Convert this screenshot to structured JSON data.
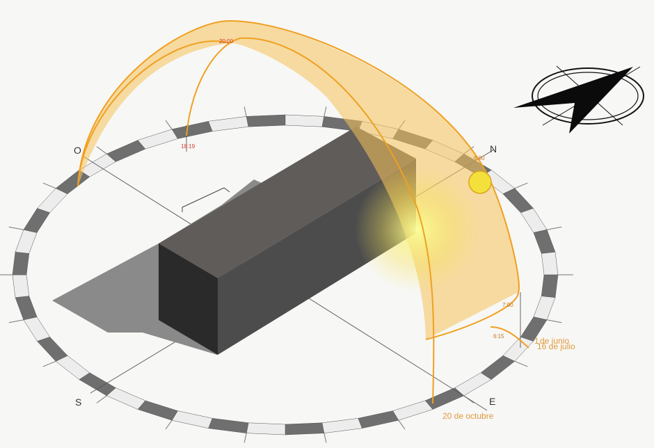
{
  "cardinals": {
    "north": "N",
    "south": "S",
    "east": "E",
    "west": "O"
  },
  "times": {
    "sunset_oct": "18:19",
    "sunset_jun": "20:00",
    "sunrise_jun": "6:00",
    "sunrise_jul": "7:00",
    "sunrise_oct": "6:15"
  },
  "dates": {
    "june": "de junio",
    "june_day": "1",
    "july": "16 de julio",
    "october": "20 de octubre"
  },
  "colors": {
    "background": "#f7f7f5",
    "sun_path": "#f0a020",
    "sun_band_fill": "#f6c25a",
    "sun": "#f4e03a",
    "ring_dark": "#6f6f6f",
    "ring_light": "#ededed",
    "building_dark": "#303030",
    "shadow": "#8a8a8a"
  },
  "icons": [
    "compass-arrow-icon",
    "sun-icon"
  ]
}
